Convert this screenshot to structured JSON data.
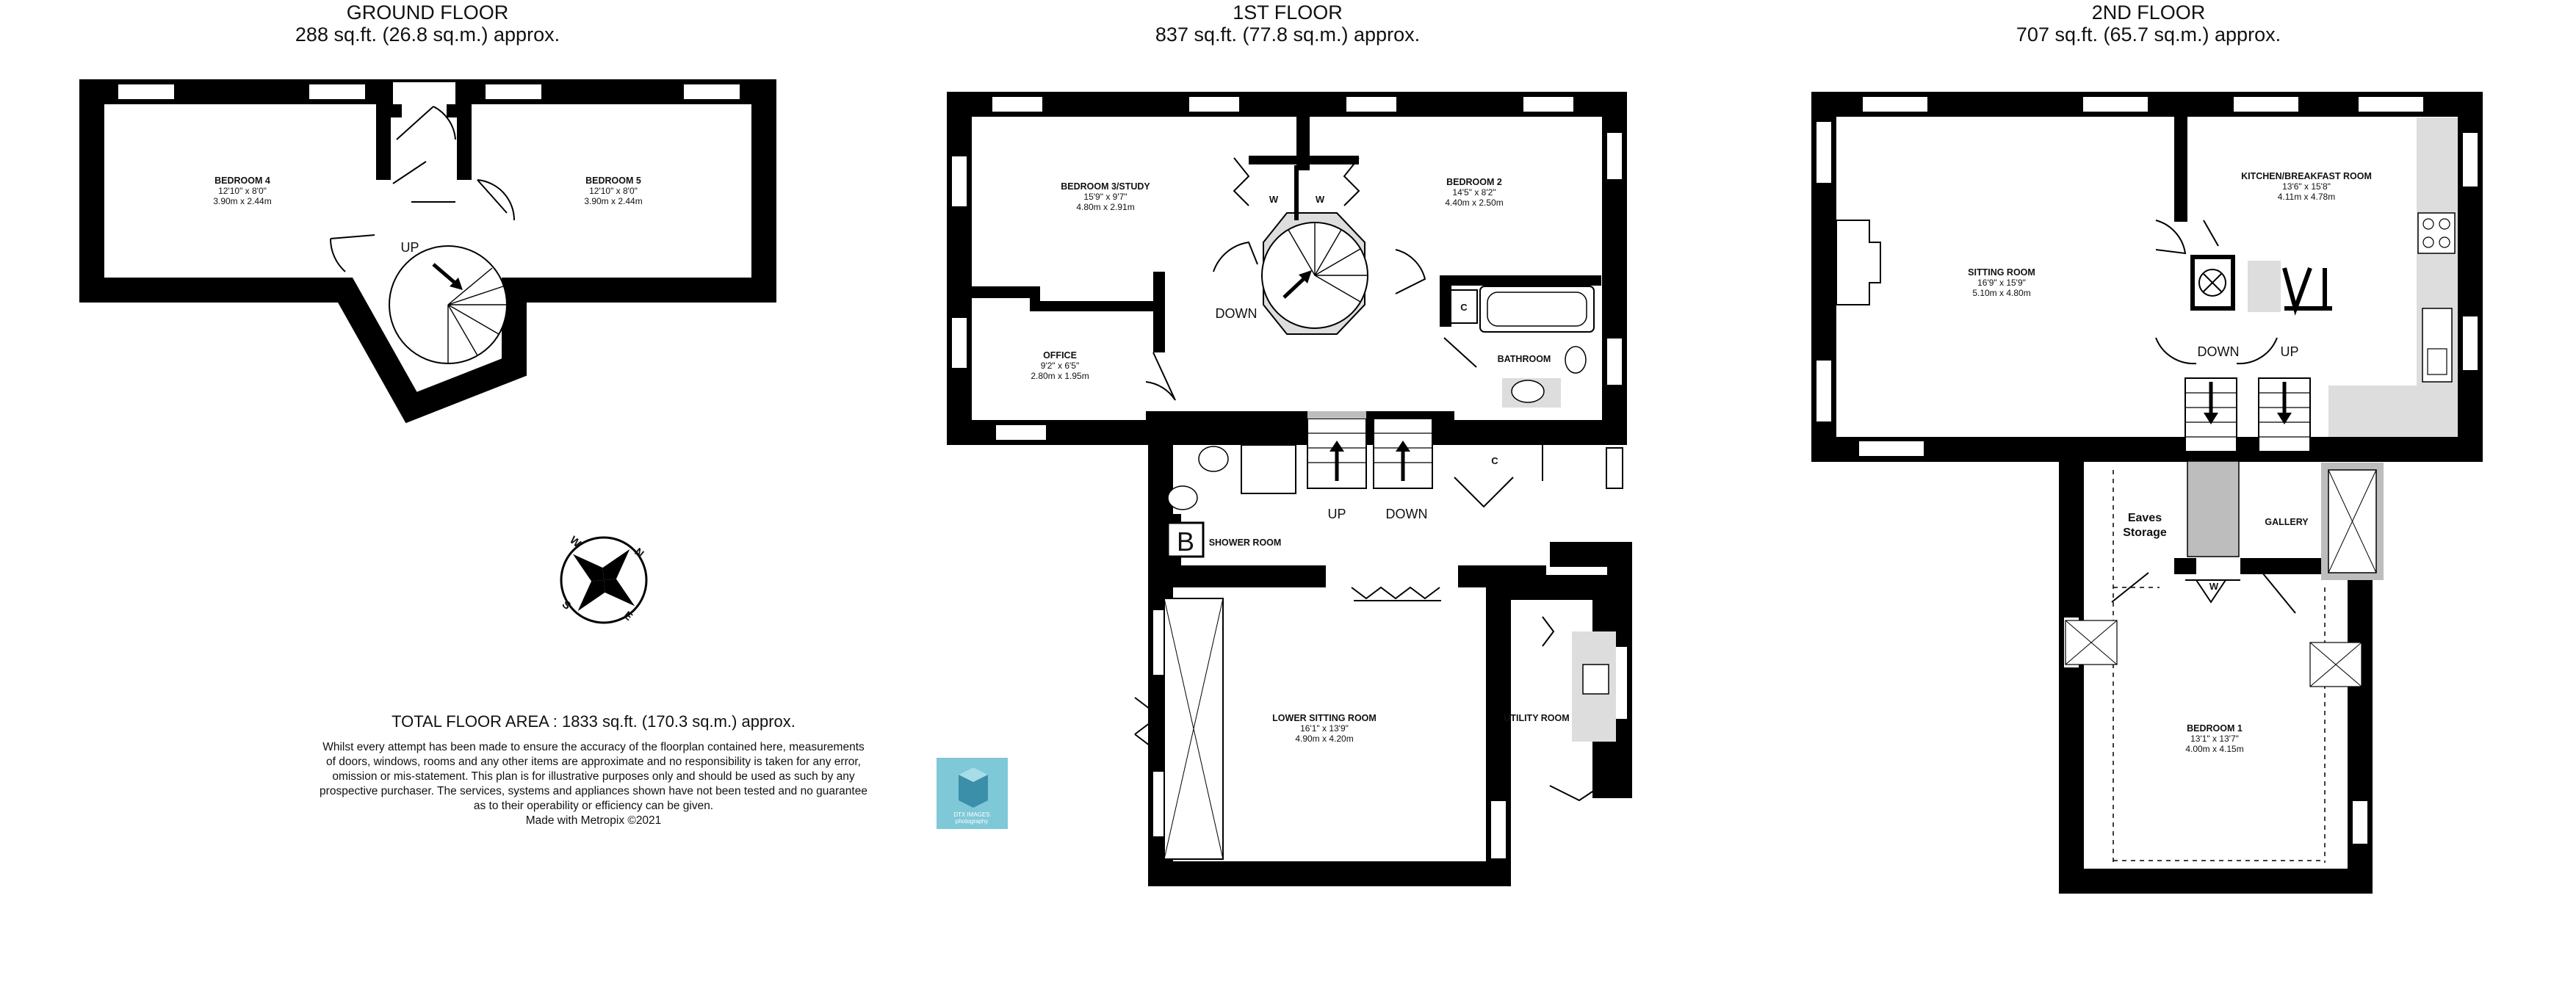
{
  "floors": [
    {
      "name": "GROUND FLOOR",
      "area": "288 sq.ft. (26.8 sq.m.) approx."
    },
    {
      "name": "1ST FLOOR",
      "area": "837 sq.ft. (77.8 sq.m.) approx."
    },
    {
      "name": "2ND FLOOR",
      "area": "707 sq.ft. (65.7 sq.m.) approx."
    }
  ],
  "rooms": {
    "bedroom4": {
      "name": "BEDROOM 4",
      "imperial": "12'10\" x 8'0\"",
      "metric": "3.90m x 2.44m"
    },
    "bedroom5": {
      "name": "BEDROOM 5",
      "imperial": "12'10\" x 8'0\"",
      "metric": "3.90m x 2.44m"
    },
    "bedroom3": {
      "name": "BEDROOM 3/STUDY",
      "imperial": "15'9\" x 9'7\"",
      "metric": "4.80m x 2.91m"
    },
    "bedroom2": {
      "name": "BEDROOM 2",
      "imperial": "14'5\" x 8'2\"",
      "metric": "4.40m x 2.50m"
    },
    "office": {
      "name": "OFFICE",
      "imperial": "9'2\" x 6'5\"",
      "metric": "2.80m x 1.95m"
    },
    "bathroom": {
      "name": "BATHROOM"
    },
    "shower": {
      "name": "SHOWER ROOM"
    },
    "lowersitting": {
      "name": "LOWER SITTING ROOM",
      "imperial": "16'1\" x 13'9\"",
      "metric": "4.90m x 4.20m"
    },
    "utility": {
      "name": "UTILITY ROOM"
    },
    "sitting": {
      "name": "SITTING ROOM",
      "imperial": "16'9\" x 15'9\"",
      "metric": "5.10m x 4.80m"
    },
    "kitchen": {
      "name": "KITCHEN/BREAKFAST ROOM",
      "imperial": "13'6\" x 15'8\"",
      "metric": "4.11m x 4.78m"
    },
    "gallery": {
      "name": "GALLERY"
    },
    "bedroom1": {
      "name": "BEDROOM 1",
      "imperial": "13'1\" x 13'7\"",
      "metric": "4.00m x 4.15m"
    },
    "eaves": {
      "line1": "Eaves",
      "line2": "Storage"
    }
  },
  "tags": {
    "up": "UP",
    "down": "DOWN",
    "w": "W",
    "c": "C",
    "boiler": "B"
  },
  "compass": {
    "n": "N",
    "e": "E",
    "s": "S",
    "w": "W"
  },
  "total_area": "TOTAL FLOOR AREA : 1833 sq.ft. (170.3 sq.m.) approx.",
  "disclaimer": [
    "Whilst every attempt has been made to ensure the accuracy of the floorplan contained here, measurements",
    "of doors, windows, rooms and any other items are approximate and no responsibility is taken for any error,",
    "omission or mis-statement. This plan is for illustrative purposes only and should be used as such by any",
    "prospective purchaser. The services, systems and appliances shown have not been tested and no guarantee",
    "as to their operability or efficiency can be given.",
    "Made with Metropix ©2021"
  ],
  "logo": {
    "line1": "DTX IMAGES",
    "line2": "photography"
  },
  "colors": {
    "wall": "#000000",
    "stair_grey": "#bdbdbd",
    "logo_bg": "#7fc8d8"
  }
}
